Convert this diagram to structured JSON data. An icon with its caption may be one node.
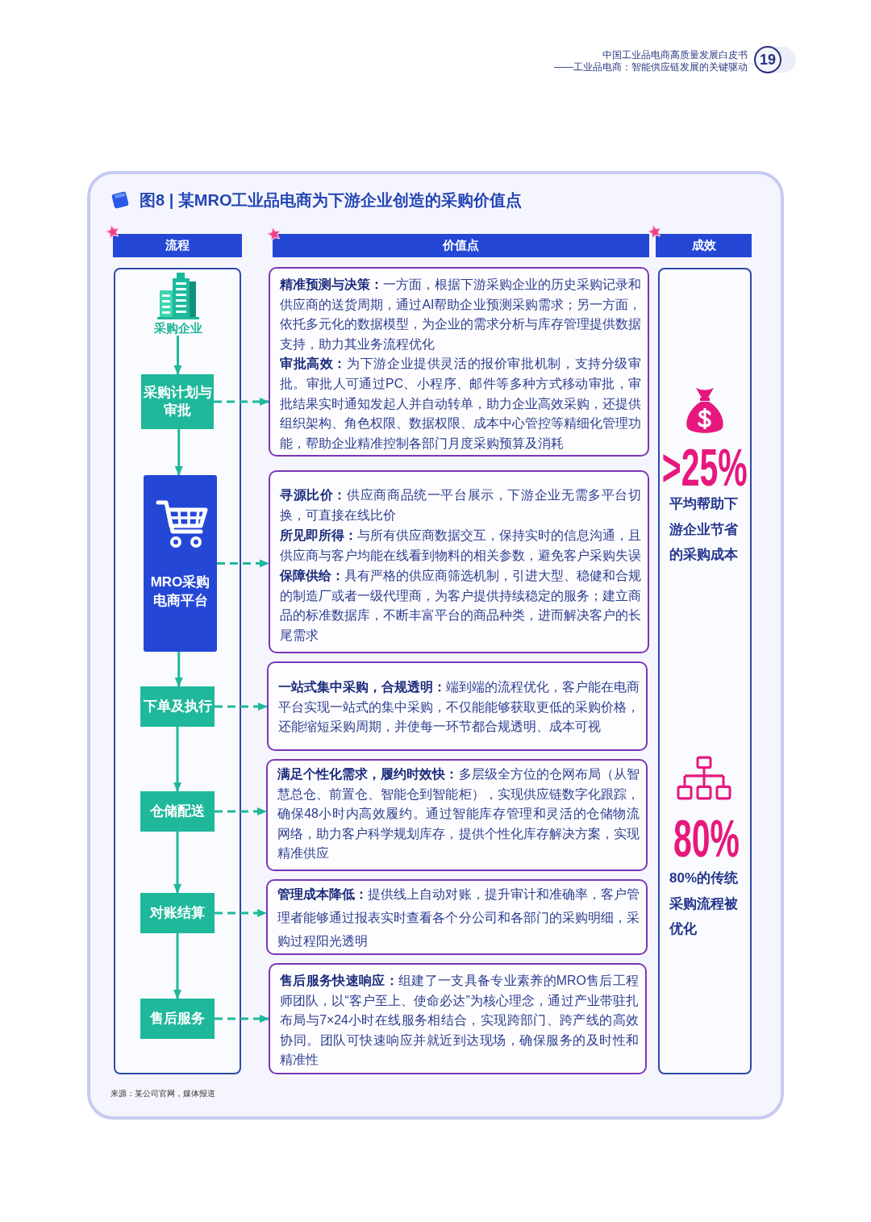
{
  "diagram": {
    "title": "图8 | 某MRO工业品电商为下游企业创造的采购价值点",
    "nodes": [
      {
        "text": [
          "流程"
        ]
      },
      {
        "text": [
          "采购企业"
        ],
        "in": 0
      },
      {
        "text": [
          "采购计划与审批"
        ],
        "in": 0
      },
      {
        "text": [
          "MRO采购电商平台"
        ],
        "in": 0
      },
      {
        "text": [
          "下单及执行"
        ],
        "in": 0
      },
      {
        "text": [
          "仓储配送"
        ],
        "in": 0
      },
      {
        "text": [
          "对账结算"
        ],
        "in": 0
      },
      {
        "text": [
          "售后服务"
        ],
        "in": 0
      },
      {
        "text": [
          "价值点"
        ]
      },
      {
        "text": [
          "**精准预测与决策：**一方面，根据下游采购企业的历史采购记录和供应商的送货周期，通过AI帮助企业预测采购需求；另一方面，依托多元化的数据模型，为企业的需求分析与库存管理提供数据支持，助力其业务流程优化",
          "**审批高效：**为下游企业提供灵活的报价审批机制，支持分级审批。审批人可通过PC、小程序、邮件等多种方式移动审批，审批结果实时通知发起人并自动转单，助力企业高效采购，还提供组织架构、角色权限、数据权限、成本中心管控等精细化管理功能，帮助企业精准控制各部门月度采购预算及消耗"
        ]
      },
      {
        "text": [
          "**寻源比价：**供应商商品统一平台展示，下游企业无需多平台切换，可直接在线比价",
          "**所见即所得：**与所有供应商数据交互，保持实时的信息沟通，且供应商与客户均能在线看到物料的相关参数，避免客户采购失误",
          "**保障供给：**具有严格的供应商筛选机制，引进大型、稳健和合规的制造厂或者一级代理商，为客户提供持续稳定的服务；建立商品的标准数据库，不断丰富平台的商品种类，进而解决客户的长尾需求"
        ]
      },
      {
        "text": [
          "**一站式集中采购，合规透明：**端到端的流程优化，客户能在电商平台实现一站式的集中采购，不仅能能够获取更低的采购价格，还能缩短采购周期，并使每一环节都合规透明、成本可视"
        ]
      },
      {
        "text": [
          "**满足个性化需求，履约时效快：**多层级全方位的仓网布局（从智慧总仓、前置仓、智能仓到智能柜），实现供应链数字化跟踪，确保48小时内高效履约。通过智能库存管理和灵活的仓储物流网络，助力客户科学规划库存，提供个性化库存解决方案，实现精准供应"
        ]
      },
      {
        "text": [
          "**管理成本降低：**提供线上自动对账，提升审计和准确率，客户管理者能够通过报表实时查看各个分公司和各部门的采购明细，采购过程阳光透明"
        ]
      },
      {
        "text": [
          "**售后服务快速响应：**组建了一支具备专业素养的MRO售后工程师团队，以“客户至上、使命必达”为核心理念，通过产业带驻扎布局与7×24小时在线服务相结合，实现跨部门、跨产线的高效协同。团队可快速响应并就近到达现场，确保服务的及时性和精准性"
        ]
      },
      {
        "text": [
          "成效",
          ">25%",
          "平均帮助下游企业节省的采购成本",
          "80%",
          "80%的传统采购流程被优化"
        ]
      }
    ],
    "edges": [
      {
        "from": 1,
        "to": 2,
        "arrow": "to"
      },
      {
        "from": 2,
        "to": 3,
        "arrow": "to"
      },
      {
        "from": 3,
        "to": 4,
        "arrow": "to"
      },
      {
        "from": 4,
        "to": 5,
        "arrow": "to"
      },
      {
        "from": 5,
        "to": 6,
        "arrow": "to"
      },
      {
        "from": 6,
        "to": 7,
        "arrow": "to"
      },
      {
        "from": 2,
        "to": 9,
        "arrow": "to",
        "style": "dashed"
      },
      {
        "from": 3,
        "to": 10,
        "arrow": "to",
        "style": "dashed"
      },
      {
        "from": 4,
        "to": 11,
        "arrow": "to",
        "style": "dashed"
      },
      {
        "from": 5,
        "to": 12,
        "arrow": "to",
        "style": "dashed"
      },
      {
        "from": 6,
        "to": 13,
        "arrow": "to",
        "style": "dashed"
      },
      {
        "from": 7,
        "to": 14,
        "arrow": "to",
        "style": "dashed"
      }
    ],
    "labels": [
      "中国工业品电商高质量发展白皮书",
      "——工业品电商：智能供应链发展的关键驱动",
      "19",
      "来源：某公司官网，媒体报道"
    ]
  }
}
